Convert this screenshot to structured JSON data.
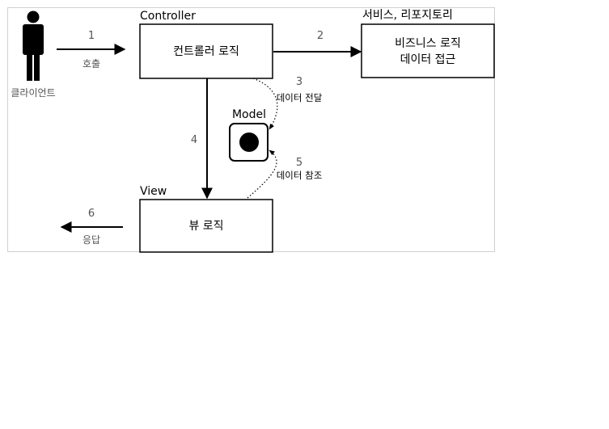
{
  "top_cropped_label": "",
  "client": {
    "label": "클라이언트"
  },
  "controller": {
    "title": "Controller",
    "box_label": "컨트롤러 로직"
  },
  "service": {
    "title": "서비스, 리포지토리",
    "line1": "비즈니스 로직",
    "line2": "데이터 접근"
  },
  "model": {
    "title": "Model"
  },
  "view": {
    "title": "View",
    "box_label": "뷰 로직"
  },
  "steps": {
    "s1": {
      "num": "1",
      "label": "호출"
    },
    "s2": {
      "num": "2",
      "label": ""
    },
    "s3": {
      "num": "3",
      "label": "데이터 전달"
    },
    "s4": {
      "num": "4",
      "label": ""
    },
    "s5": {
      "num": "5",
      "label": "데이터 참조"
    },
    "s6": {
      "num": "6",
      "label": "응답"
    }
  }
}
